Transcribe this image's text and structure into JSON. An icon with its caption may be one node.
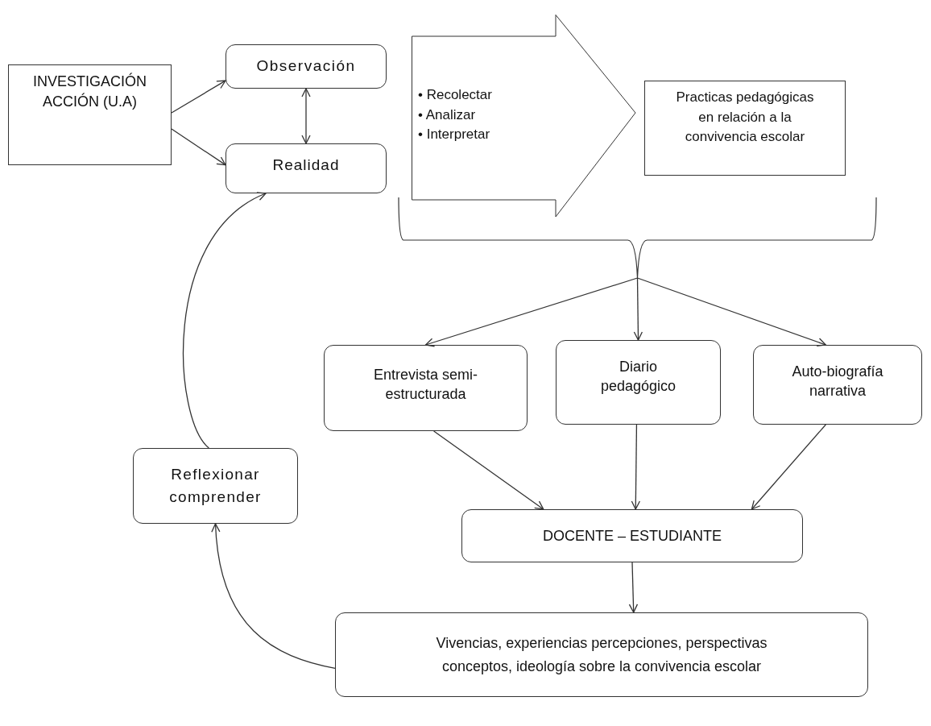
{
  "diagram": {
    "nodes": [
      {
        "text": [
          "INVESTIGACIÓN ACCIÓN (U.A)"
        ]
      },
      {
        "text": [
          "Observación"
        ]
      },
      {
        "text": [
          "Realidad"
        ]
      },
      {
        "text": [
          "• Recolectar",
          "• Analizar",
          "• Interpretar"
        ]
      },
      {
        "text": [
          "Practicas pedagógicas en relación a la convivencia escolar"
        ]
      },
      {
        "text": [],
        "shape": "brace"
      },
      {
        "text": [
          "Entrevista semi- estructurada"
        ]
      },
      {
        "text": [
          "Diario pedagógico"
        ]
      },
      {
        "text": [
          "Auto-biografía narrativa"
        ]
      },
      {
        "text": [
          "Reflexionar comprender"
        ]
      },
      {
        "text": [
          "DOCENTE – ESTUDIANTE"
        ]
      },
      {
        "text": [
          "Vivencias, experiencias percepciones, perspectivas conceptos, ideología sobre la convivencia escolar"
        ]
      }
    ],
    "edges": [
      {
        "from": 0,
        "to": 1,
        "arrow": "to"
      },
      {
        "from": 0,
        "to": 2,
        "arrow": "to"
      },
      {
        "from": 1,
        "to": 2,
        "arrow": "both"
      },
      {
        "from": 5,
        "to": 6,
        "arrow": "to"
      },
      {
        "from": 5,
        "to": 7,
        "arrow": "to"
      },
      {
        "from": 5,
        "to": 8,
        "arrow": "to"
      },
      {
        "from": 6,
        "to": 10,
        "arrow": "to"
      },
      {
        "from": 7,
        "to": 10,
        "arrow": "to"
      },
      {
        "from": 8,
        "to": 10,
        "arrow": "to"
      },
      {
        "from": 10,
        "to": 11,
        "arrow": "to"
      },
      {
        "from": 11,
        "to": 9,
        "arrow": "to"
      },
      {
        "from": 9,
        "to": 2,
        "arrow": "to"
      }
    ]
  }
}
